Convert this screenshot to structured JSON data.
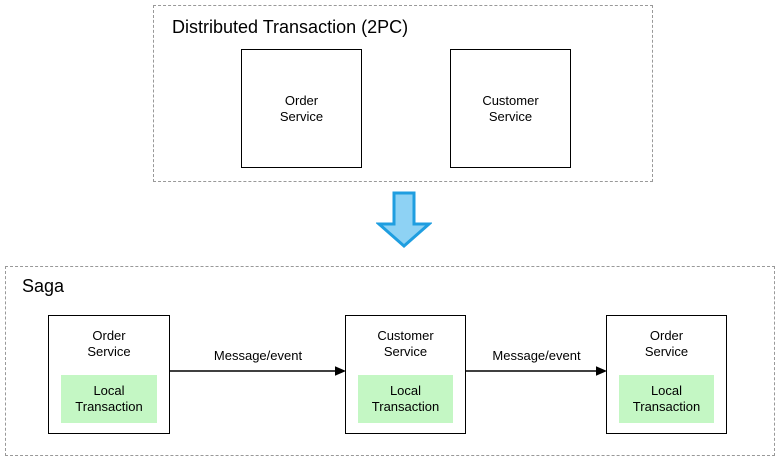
{
  "diagram": {
    "title_top": "Distributed Transaction (2PC)",
    "title_bottom": "Saga",
    "accent_blue_fill": "#8ed2f4",
    "accent_blue_stroke": "#1f9ee0",
    "local_txn_green": "#c4f7c4",
    "box_stroke": "#000000",
    "group_stroke": "#999999"
  },
  "two_pc": {
    "title": "Distributed Transaction (2PC)",
    "services": [
      {
        "name": "Order\nService"
      },
      {
        "name": "Customer\nService"
      }
    ]
  },
  "transition": {
    "icon": "down-arrow-icon",
    "direction": "down"
  },
  "saga": {
    "title": "Saga",
    "services": [
      {
        "name": "Order\nService",
        "local_transaction": "Local\nTransaction"
      },
      {
        "name": "Customer\nService",
        "local_transaction": "Local\nTransaction"
      },
      {
        "name": "Order\nService",
        "local_transaction": "Local\nTransaction"
      }
    ],
    "flows": [
      {
        "label": "Message/event"
      },
      {
        "label": "Message/event"
      }
    ]
  }
}
